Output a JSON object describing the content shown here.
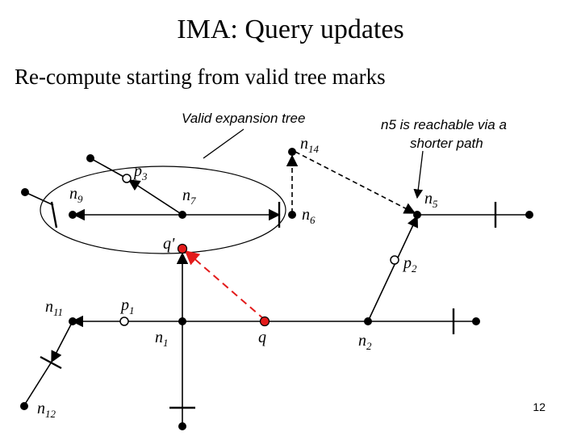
{
  "slide": {
    "title": "IMA: Query updates",
    "subtitle": "Re-compute starting from valid tree marks",
    "page_number": "12"
  },
  "annotations": {
    "valid_tree": "Valid expansion tree",
    "reach_line1": "n5 is reachable via a",
    "reach_line2": "shorter path"
  },
  "labels": [
    {
      "id": "p3",
      "base": "p",
      "sub": "3"
    },
    {
      "id": "n9",
      "base": "n",
      "sub": "9"
    },
    {
      "id": "n7",
      "base": "n",
      "sub": "7"
    },
    {
      "id": "n6",
      "base": "n",
      "sub": "6"
    },
    {
      "id": "n14",
      "base": "n",
      "sub": "14"
    },
    {
      "id": "n5",
      "base": "n",
      "sub": "5"
    },
    {
      "id": "p2",
      "base": "p",
      "sub": "2"
    },
    {
      "id": "qprime",
      "base": "q'",
      "sub": ""
    },
    {
      "id": "n11",
      "base": "n",
      "sub": "11"
    },
    {
      "id": "p1",
      "base": "p",
      "sub": "1"
    },
    {
      "id": "n1",
      "base": "n",
      "sub": "1"
    },
    {
      "id": "q",
      "base": "q",
      "sub": ""
    },
    {
      "id": "n2",
      "base": "n",
      "sub": "2"
    },
    {
      "id": "n12",
      "base": "n",
      "sub": "12"
    }
  ],
  "colors": {
    "query": "#e31b1b",
    "edge": "#000000"
  }
}
